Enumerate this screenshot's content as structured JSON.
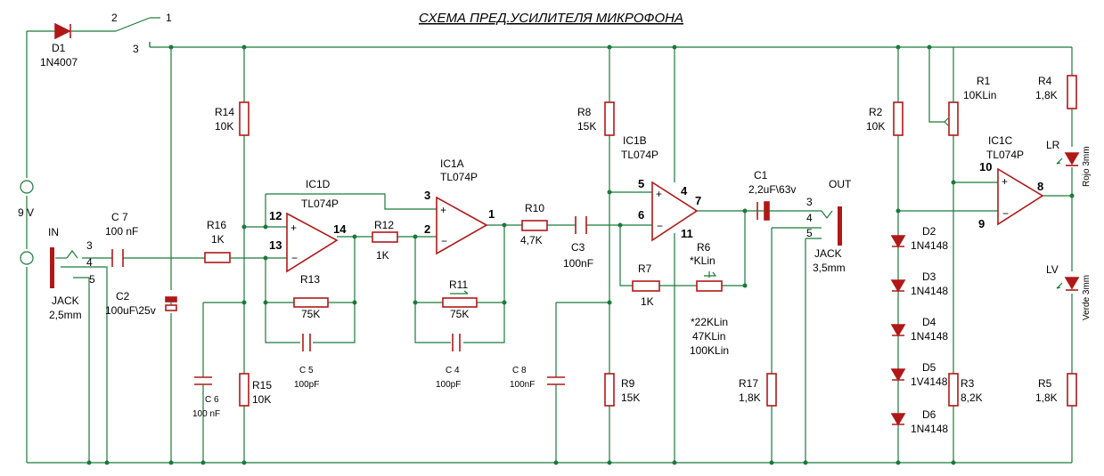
{
  "title": "СХЕМА ПРЕД.УСИЛИТЕЛЯ МИКРОФОНА",
  "labels": {
    "d1": "D1",
    "d1v": "1N4007",
    "sw1": "1",
    "sw2": "2",
    "sw3": "3",
    "bat_plus": "⊕",
    "bat_v": "9 V",
    "bat_minus": "⊖",
    "in": "IN",
    "jack_in": "JACK",
    "jack_in_v": "2,5mm",
    "jin3": "3",
    "jin4": "4",
    "jin5": "5",
    "c7": "C 7",
    "c7v": "100 nF",
    "c2": "C2",
    "c2v": "100uF\\25v",
    "c6": "C 6",
    "c6v": "100 nF",
    "r14": "R14",
    "r14v": "10K",
    "r15": "R15",
    "r15v": "10K",
    "r16": "R16",
    "r16v": "1K",
    "ic1d": "IC1D",
    "ic1d_t": "TL074P",
    "p12": "12",
    "p13": "13",
    "p14": "14",
    "r13": "R13",
    "r13v": "75K",
    "c5": "C 5",
    "c5v": "100pF",
    "r12": "R12",
    "r12v": "1K",
    "ic1a": "IC1A",
    "ic1a_t": "TL074P",
    "p3": "3",
    "p2": "2",
    "p1": "1",
    "r11": "R11",
    "r11v": "75K",
    "c4": "C 4",
    "c4v": "100pF",
    "r10": "R10",
    "r10v": "4,7K",
    "c3": "C3",
    "c3v": "100nF",
    "c8": "C 8",
    "c8v": "100nF",
    "r8": "R8",
    "r8v": "15K",
    "r9": "R9",
    "r9v": "15K",
    "ic1b": "IC1B",
    "ic1b_t": "TL074P",
    "p5": "5",
    "p6": "6",
    "p4": "4",
    "p7": "7",
    "p11": "11",
    "r7": "R7",
    "r7v": "1K",
    "r6": "R6",
    "r6v": "*KLin",
    "r6opt1": "*22KLin",
    "r6opt2": "47KLin",
    "r6opt3": "100KLin",
    "c1": "C1",
    "c1v": "2,2uF\\63v",
    "out": "OUT",
    "jack_out": "JACK",
    "jack_out_v": "3,5mm",
    "jo3": "3",
    "jo4": "4",
    "jo5": "5",
    "r17": "R17",
    "r17v": "1,8K",
    "r2": "R2",
    "r2v": "10K",
    "r3": "R3",
    "r3v": "8,2K",
    "r1": "R1",
    "r1v": "10KLin",
    "ic1c": "IC1C",
    "ic1c_t": "TL074P",
    "p10": "10",
    "p9": "9",
    "p8": "8",
    "d2": "D2",
    "d2v": "1N4148",
    "d3": "D3",
    "d3v": "1N4148",
    "d4": "D4",
    "d4v": "1N4148",
    "d5": "D5",
    "d5v": "1V4148",
    "d6": "D6",
    "d6v": "1N4148",
    "r4": "R4",
    "r4v": "1,8K",
    "r5": "R5",
    "r5v": "1,8K",
    "lr": "LR",
    "rojo": "Rojo 3mm",
    "lv": "LV",
    "verde": "Verde 3mm"
  }
}
